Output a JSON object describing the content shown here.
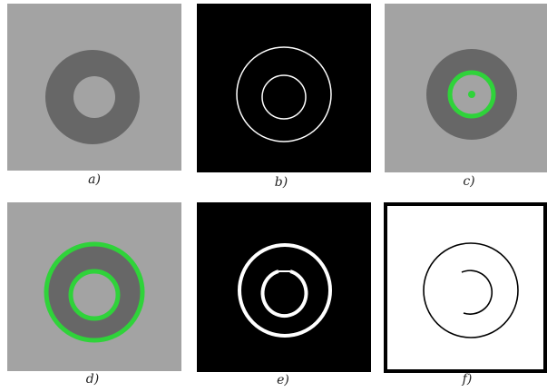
{
  "figure": {
    "captions": [
      "a)",
      "b)",
      "c)",
      "d)",
      "e)",
      "f)"
    ]
  },
  "panels": [
    {
      "id": "a",
      "description_key": "gray-background-dark-annulus"
    },
    {
      "id": "b",
      "description_key": "black-background-thin-white-rings"
    },
    {
      "id": "c",
      "description_key": "gray-background-annulus-inner-green-ring-center-dot"
    },
    {
      "id": "d",
      "description_key": "gray-background-annulus-both-green-rings"
    },
    {
      "id": "e",
      "description_key": "black-background-thick-white-rings-gap"
    },
    {
      "id": "f",
      "description_key": "white-background-black-border-rings-gap"
    }
  ],
  "colors": {
    "gray_bg": "#a3a3a3",
    "annulus": "#676767",
    "green": "#2fd33a",
    "black": "#000000",
    "white": "#ffffff"
  }
}
